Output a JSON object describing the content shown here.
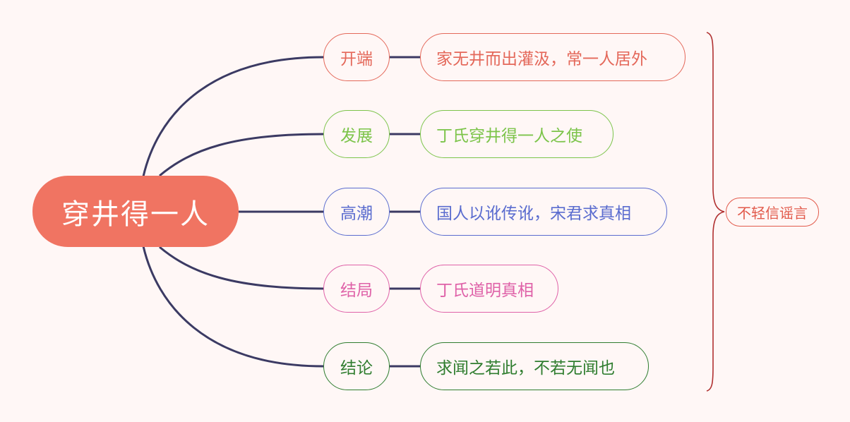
{
  "root": {
    "label": "穿井得一人",
    "color": "#f07462"
  },
  "link_color": "#3b3a63",
  "branches": [
    {
      "stage": "开端",
      "text": "家无井而出灌汲，常一人居外",
      "color": "#e4685a"
    },
    {
      "stage": "发展",
      "text": "丁氏穿井得一人之使",
      "color": "#7cc44a"
    },
    {
      "stage": "高潮",
      "text": "国人以讹传讹，宋君求真相",
      "color": "#5a6ccf"
    },
    {
      "stage": "结局",
      "text": "丁氏道明真相",
      "color": "#df62a8"
    },
    {
      "stage": "结论",
      "text": "求闻之若此，不若无闻也",
      "color": "#2f7d2f"
    }
  ],
  "summary": {
    "label": "不轻信谣言",
    "color": "#e25a4b",
    "brace_color": "#b03030"
  }
}
